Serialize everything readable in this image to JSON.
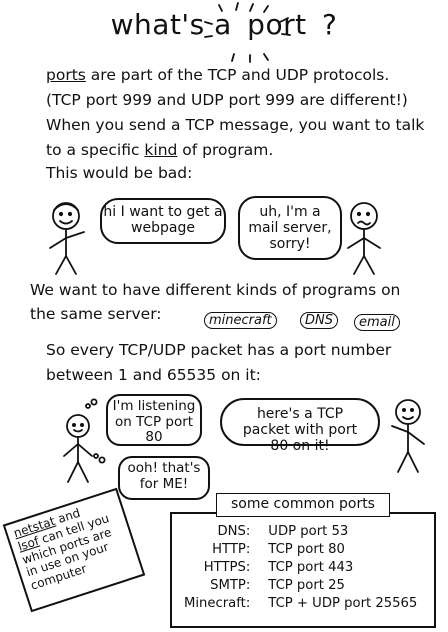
{
  "title": {
    "prefix": "what's a ",
    "highlight": "port",
    "suffix": " ?"
  },
  "intro": {
    "line1_word": "ports",
    "line1_rest": " are part of the TCP and UDP protocols.",
    "line2": "(TCP port 999 and UDP port 999 are different!)",
    "line3": "When you send a TCP message, you want to talk",
    "line4_pre": "to a specific ",
    "line4_word": "kind",
    "line4_post": " of program.",
    "line5": "This would be bad:"
  },
  "scene1": {
    "left_speech": "hi I want to get a webpage",
    "right_speech": "uh, I'm a mail server, sorry!"
  },
  "middle": {
    "line1": "We want to have different kinds of programs on",
    "line2": "the same server:",
    "tags": [
      "minecraft",
      "DNS",
      "email"
    ]
  },
  "packet_text": {
    "line1": "So every TCP/UDP packet has a port number",
    "line2": "between 1 and 65535 on it:"
  },
  "scene2": {
    "thought1": "I'm listening on TCP port 80",
    "thought2": "ooh! that's for ME!",
    "packet_speech": "here's a TCP packet with port 80 on it!"
  },
  "note": {
    "word1": "netstat",
    "mid": " and",
    "word2": "lsof",
    "rest": " can tell you which ports are in use on your computer"
  },
  "common_ports": {
    "heading": "some common ports",
    "rows": [
      {
        "name": "DNS:",
        "value": "UDP port 53"
      },
      {
        "name": "HTTP:",
        "value": "TCP port 80"
      },
      {
        "name": "HTTPS:",
        "value": "TCP port 443"
      },
      {
        "name": "SMTP:",
        "value": "TCP port 25"
      },
      {
        "name": "Minecraft:",
        "value": "TCP + UDP port 25565"
      }
    ]
  }
}
